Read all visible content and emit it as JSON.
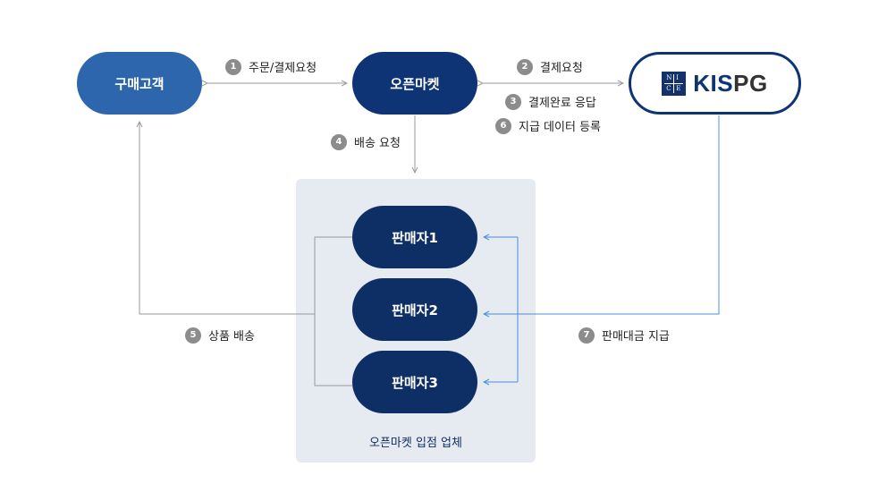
{
  "nodes": {
    "customer": "구매고객",
    "market": "오픈마켓",
    "seller1": "판매자1",
    "seller2": "판매자2",
    "seller3": "판매자3",
    "pg_logo_letters": [
      "N",
      "I",
      "C",
      "E"
    ],
    "pg_name_main": "KIS",
    "pg_name_suffix": "PG"
  },
  "group_label": "오픈마켓 입점 업체",
  "steps": [
    {
      "num": "1",
      "label": "주문/결제요청"
    },
    {
      "num": "2",
      "label": "결제요청"
    },
    {
      "num": "3",
      "label": "결제완료 응답"
    },
    {
      "num": "4",
      "label": "배송 요청"
    },
    {
      "num": "5",
      "label": "상품 배송"
    },
    {
      "num": "6",
      "label": "지급 데이터 등록"
    },
    {
      "num": "7",
      "label": "판매대금 지급"
    }
  ],
  "colors": {
    "customer": "#2e66ae",
    "market": "#0e3476",
    "seller": "#0e2f66",
    "group_bg": "#e6eaf1",
    "badge": "#8c8c8c",
    "payment_line": "#4a8fd6",
    "flow_line": "#9a9a9a"
  }
}
